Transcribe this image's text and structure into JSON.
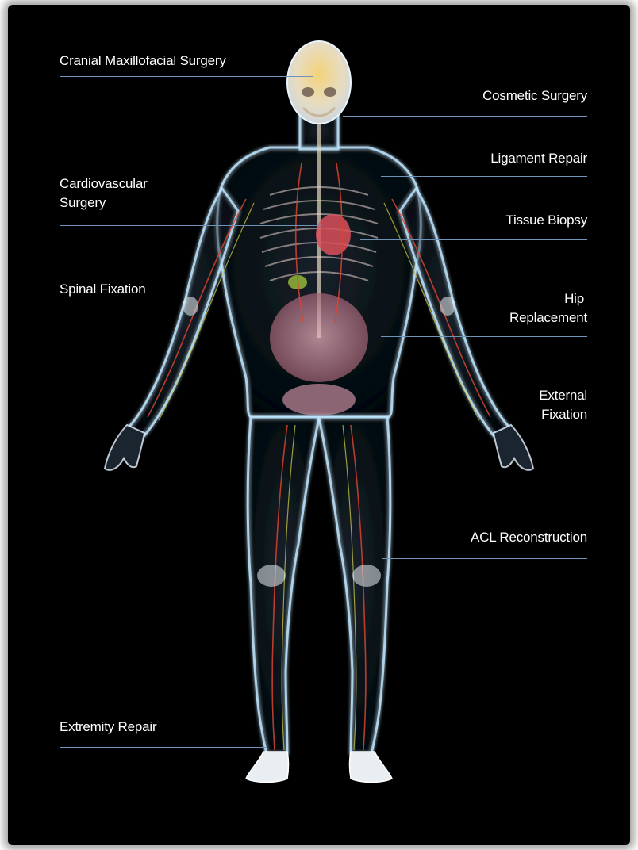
{
  "colors": {
    "background": "#000000",
    "label_text": "#ffffff",
    "leader_line": "#6f93b8",
    "body_glow": "#bfe6ff",
    "vessels": "#d8452f",
    "nerves": "#c9c94a",
    "organs": "#e7a1b4"
  },
  "labels": {
    "cranial": "Cranial Maxillofacial Surgery",
    "cosmetic": "Cosmetic Surgery",
    "ligament": "Ligament Repair",
    "cardio_line1": "Cardiovascular",
    "cardio_line2": "Surgery",
    "tissue": "Tissue Biopsy",
    "spinal": "Spinal Fixation",
    "hip_line1": "Hip",
    "hip_line2": "Replacement",
    "external_line1": "External",
    "external_line2": "Fixation",
    "acl": "ACL Reconstruction",
    "extremity": "Extremity Repair"
  }
}
